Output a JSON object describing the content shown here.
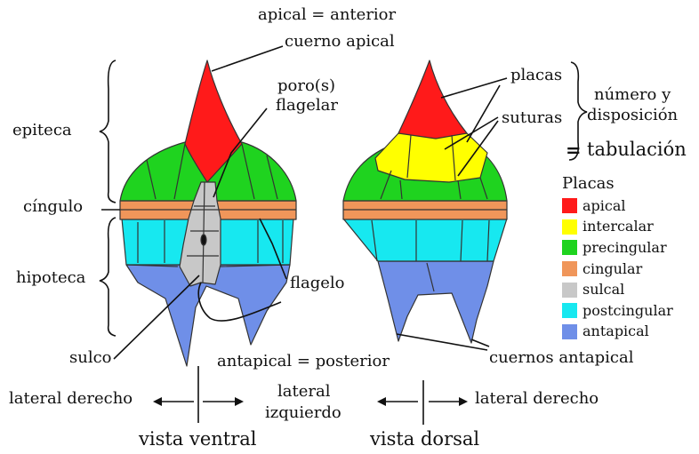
{
  "labels": {
    "apical_anterior": "apical = anterior",
    "cuerno_apical": "cuerno apical",
    "poro_line1": "poro(s)",
    "poro_line2": "flagelar",
    "epiteca": "epiteca",
    "cingulo": "cíngulo",
    "hipoteca": "hipoteca",
    "flagelo": "flagelo",
    "sulco": "sulco",
    "placas": "placas",
    "suturas": "suturas",
    "numero_line1": "número y",
    "numero_line2": "disposición",
    "equals": "=",
    "tabulacion": "tabulación",
    "antapical_posterior": "antapical = posterior",
    "cuernos_antapical": "cuernos antapical",
    "lateral_derecho_left": "lateral derecho",
    "lateral_izq_line1": "lateral",
    "lateral_izq_line2": "izquierdo",
    "lateral_derecho_right": "lateral derecho",
    "vista_ventral": "vista ventral",
    "vista_dorsal": "vista dorsal"
  },
  "legend": {
    "title": "Placas",
    "items": [
      {
        "label": "apical",
        "color": "#ff1a1a"
      },
      {
        "label": "intercalar",
        "color": "#ffff00"
      },
      {
        "label": "precingular",
        "color": "#1fd31f"
      },
      {
        "label": "cingular",
        "color": "#f0965a"
      },
      {
        "label": "sulcal",
        "color": "#c8c8c8"
      },
      {
        "label": "postcingular",
        "color": "#17e8f0"
      },
      {
        "label": "antapical",
        "color": "#6f8fe8"
      }
    ]
  }
}
